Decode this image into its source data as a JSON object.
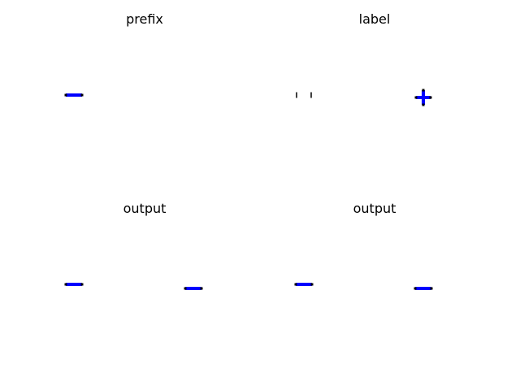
{
  "figure": {
    "panels": [
      {
        "title": "prefix",
        "glyphs": [
          {
            "symbol": "minus",
            "color": "#0000ff"
          }
        ]
      },
      {
        "title": "label",
        "glyphs": [
          {
            "symbol": "tick",
            "color": "#000000"
          },
          {
            "symbol": "tick",
            "color": "#000000"
          },
          {
            "symbol": "plus",
            "color": "#0000ff"
          }
        ]
      },
      {
        "title": "output",
        "glyphs": [
          {
            "symbol": "minus",
            "color": "#0000ff"
          },
          {
            "symbol": "minus",
            "color": "#0000ff"
          }
        ]
      },
      {
        "title": "output",
        "glyphs": [
          {
            "symbol": "minus",
            "color": "#0000ff"
          },
          {
            "symbol": "minus",
            "color": "#0000ff"
          }
        ]
      }
    ]
  }
}
